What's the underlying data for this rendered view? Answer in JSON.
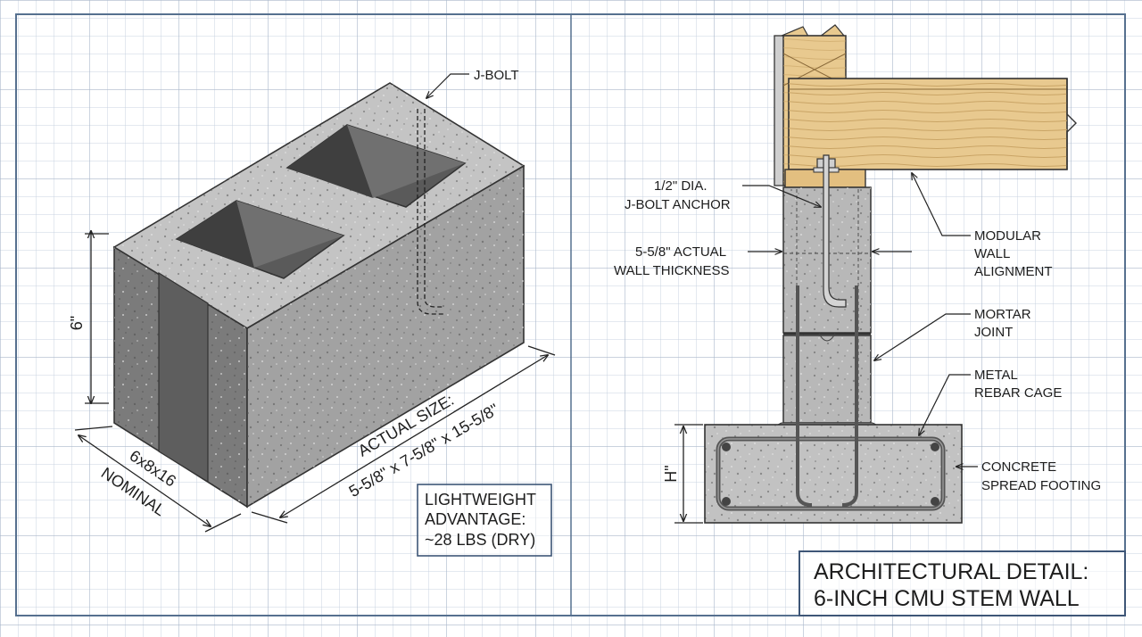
{
  "block": {
    "jbolt_label": "J-BOLT",
    "height_label": "6\"",
    "nominal_size": "6x8x16",
    "nominal_label": "NOMINAL",
    "actual_size_label": "ACTUAL SIZE:",
    "actual_size_value": "5-5/8\" x 7-5/8\" x 15-5/8\""
  },
  "weight_box": {
    "line1": "LIGHTWEIGHT",
    "line2": "ADVANTAGE:",
    "line3": "~28 LBS (DRY)"
  },
  "section": {
    "anchor_line1": "1/2\" DIA.",
    "anchor_line2": "J-BOLT ANCHOR",
    "thickness_line1": "5-5/8\" ACTUAL",
    "thickness_line2": "WALL THICKNESS",
    "modular_line1": "MODULAR",
    "modular_line2": "WALL",
    "modular_line3": "ALIGNMENT",
    "mortar_line1": "MORTAR",
    "mortar_line2": "JOINT",
    "rebar_line1": "METAL",
    "rebar_line2": "REBAR CAGE",
    "footing_line1": "CONCRETE",
    "footing_line2": "SPREAD FOOTING",
    "footing_height_label": "H\""
  },
  "title_block": {
    "line1": "ARCHITECTURAL DETAIL:",
    "line2": "6-INCH CMU STEM WALL"
  },
  "colors": {
    "grid_minor": "#c9d3e0",
    "grid_major": "#9fb0c6",
    "concrete": "#9d9d9d",
    "concrete_light": "#c2c2c2",
    "concrete_dark": "#6f6f6f",
    "wood": "#e8c98f",
    "ink": "#1d1d1d"
  }
}
